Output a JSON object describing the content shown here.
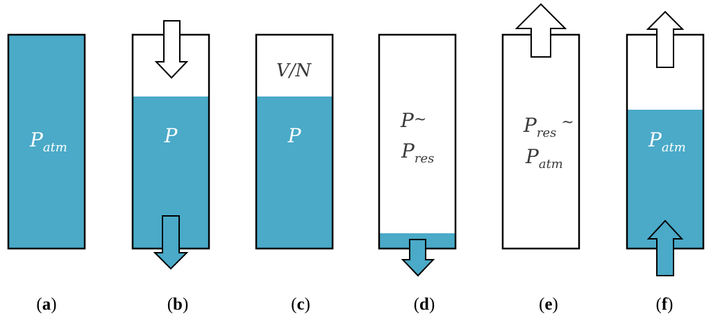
{
  "colors": {
    "liquid": "#4aaac8",
    "outline": "#000000",
    "background": "#ffffff",
    "text": "#3a3a3a"
  },
  "panels": [
    {
      "id": "a",
      "label_letter": "a",
      "fill_fraction": 1.0,
      "arrows": [],
      "texts": [
        {
          "main": "P",
          "sub": "atm",
          "suffix": ""
        }
      ]
    },
    {
      "id": "b",
      "label_letter": "b",
      "fill_fraction": 0.71,
      "arrows": [
        "in-top",
        "out-bottom"
      ],
      "texts": [
        {
          "main": "P",
          "sub": "",
          "suffix": ""
        }
      ]
    },
    {
      "id": "c",
      "label_letter": "c",
      "fill_fraction": 0.71,
      "arrows": [],
      "texts": [
        {
          "main": "V/N",
          "sub": "",
          "suffix": ""
        },
        {
          "main": "P",
          "sub": "",
          "suffix": ""
        }
      ]
    },
    {
      "id": "d",
      "label_letter": "d",
      "fill_fraction": 0.07,
      "arrows": [
        "out-bottom"
      ],
      "texts": [
        {
          "main": "P",
          "sub": "",
          "suffix": "~"
        },
        {
          "main": "P",
          "sub": "res",
          "suffix": ""
        }
      ]
    },
    {
      "id": "e",
      "label_letter": "e",
      "fill_fraction": 0.0,
      "arrows": [
        "out-top"
      ],
      "texts": [
        {
          "main": "P",
          "sub": "res",
          "suffix": " ~"
        },
        {
          "main": "P",
          "sub": "atm",
          "suffix": ""
        }
      ]
    },
    {
      "id": "f",
      "label_letter": "f",
      "fill_fraction": 0.64,
      "arrows": [
        "out-top",
        "in-bottom"
      ],
      "texts": [
        {
          "main": "P",
          "sub": "atm",
          "suffix": ""
        }
      ]
    }
  ],
  "label_open": "(",
  "label_close": ")"
}
